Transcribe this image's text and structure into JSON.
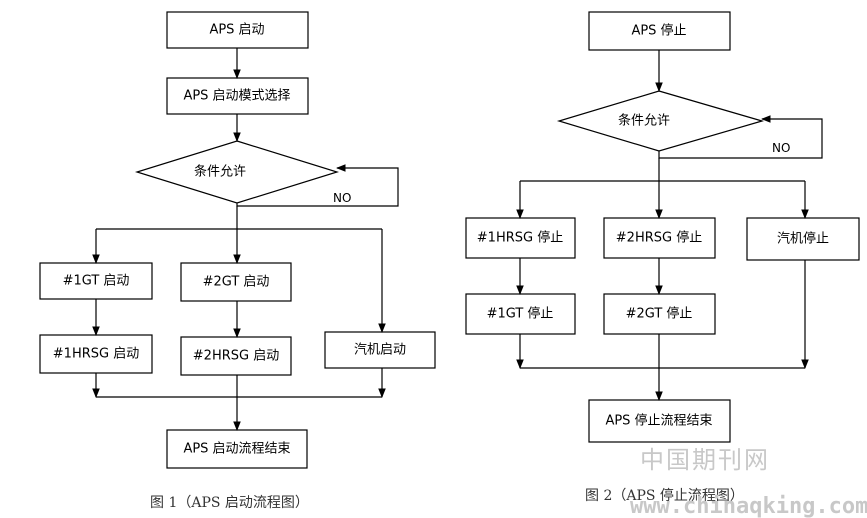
{
  "figure1": {
    "caption": "图 1（APS 启动流程图）",
    "nodes": {
      "start": "APS 启动",
      "mode": "APS 启动模式选择",
      "cond": "条件允许",
      "gt1": "#1GT 启动",
      "gt2": "#2GT 启动",
      "hrsg1": "#1HRSG 启动",
      "hrsg2": "#2HRSG 启动",
      "steam": "汽机启动",
      "end": "APS 启动流程结束"
    },
    "no_label": "NO"
  },
  "figure2": {
    "caption": "图 2（APS 停止流程图）",
    "nodes": {
      "start": "APS 停止",
      "cond": "条件允许",
      "hrsg1": "#1HRSG 停止",
      "hrsg2": "#2HRSG 停止",
      "steam": "汽机停止",
      "gt1": "#1GT 停止",
      "gt2": "#2GT 停止",
      "end": "APS 停止流程结束"
    },
    "no_label": "NO"
  },
  "watermark": {
    "site_cn": "中国期刊网",
    "url": "www.chinaqking.com"
  }
}
